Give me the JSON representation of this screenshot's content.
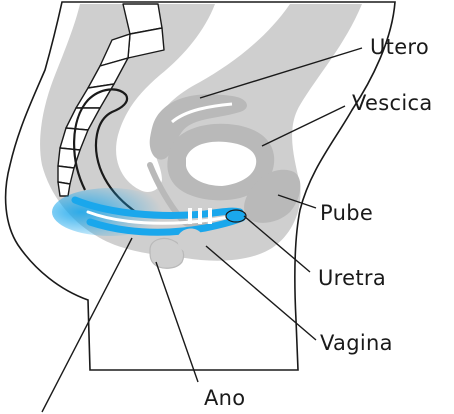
{
  "labels": {
    "utero": "Utero",
    "vescica": "Vescica",
    "pube": "Pube",
    "uretra": "Uretra",
    "vagina": "Vagina",
    "ano": "Ano"
  },
  "colors": {
    "background": "#ffffff",
    "body_fill": "#cfcfcf",
    "organ_fill": "#b9b9b9",
    "outline": "#1a1a1a",
    "white_channel": "#ffffff",
    "pelvic_highlight": "#1aa7ec"
  }
}
